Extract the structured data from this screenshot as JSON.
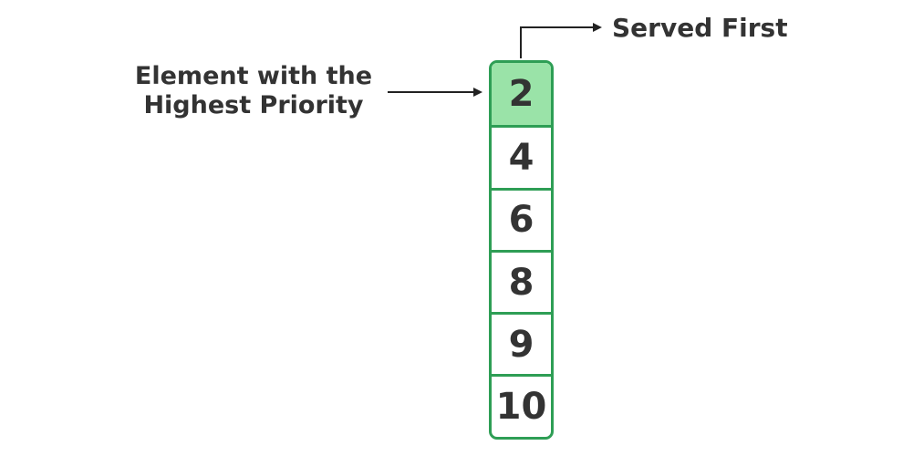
{
  "labels": {
    "highest_priority_line1": "Element with the",
    "highest_priority_line2": "Highest Priority",
    "served_first": "Served First"
  },
  "queue": {
    "items": [
      "2",
      "4",
      "6",
      "8",
      "9",
      "10"
    ],
    "highlighted_index": 0
  },
  "colors": {
    "border": "#2e9e55",
    "highlight_fill": "#9ae3a8",
    "text": "#333333",
    "arrow": "#222222"
  }
}
